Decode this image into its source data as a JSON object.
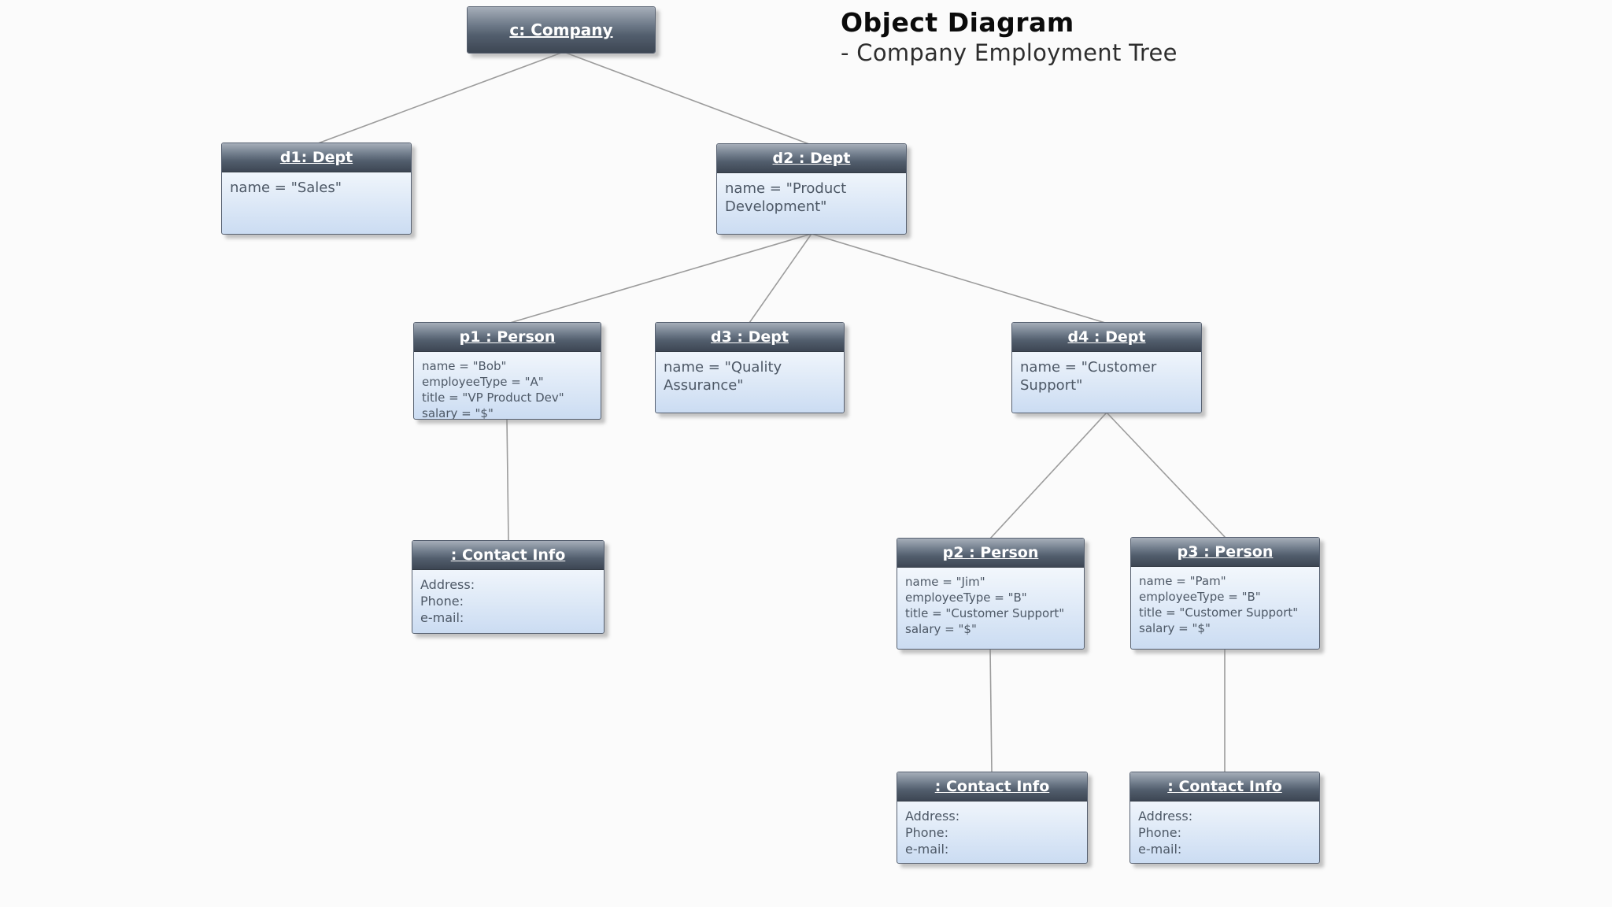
{
  "title": {
    "heading": "Object Diagram",
    "subtitle": "- Company Employment Tree"
  },
  "colors": {
    "background": "#fbfbfb",
    "header_gradient_top": "#a6aeb9",
    "header_gradient_bottom": "#3d4653",
    "body_gradient_top": "#ffffff",
    "body_gradient_bottom": "#cbdcf2",
    "box_border": "#566070",
    "header_text": "#ffffff",
    "body_text": "#4d5866",
    "connector": "#9c9c9c"
  },
  "diagram": {
    "nodes": [
      {
        "id": "c",
        "label": "c: Company",
        "attributes": []
      },
      {
        "id": "d1",
        "label": "d1: Dept",
        "attributes": [
          "name = \"Sales\""
        ]
      },
      {
        "id": "d2",
        "label": "d2 : Dept",
        "attributes": [
          "name = \"Product Development\""
        ]
      },
      {
        "id": "p1",
        "label": "p1 : Person",
        "attributes": [
          "name = \"Bob\"",
          "employeeType = \"A\"",
          "title = \"VP Product Dev\"",
          "salary = \"$\""
        ]
      },
      {
        "id": "d3",
        "label": "d3 : Dept",
        "attributes": [
          "name = \"Quality Assurance\""
        ]
      },
      {
        "id": "d4",
        "label": "d4 : Dept",
        "attributes": [
          "name = \"Customer Support\""
        ]
      },
      {
        "id": "contact_p1",
        "label": ": Contact Info",
        "attributes": [
          "Address:",
          "Phone:",
          "e-mail:"
        ]
      },
      {
        "id": "p2",
        "label": "p2 : Person",
        "attributes": [
          "name = \"Jim\"",
          "employeeType = \"B\"",
          "title = \"Customer Support\"",
          "salary = \"$\""
        ]
      },
      {
        "id": "p3",
        "label": "p3 : Person",
        "attributes": [
          "name = \"Pam\"",
          "employeeType = \"B\"",
          "title = \"Customer Support\"",
          "salary = \"$\""
        ]
      },
      {
        "id": "contact_p2",
        "label": ": Contact Info",
        "attributes": [
          "Address:",
          "Phone:",
          "e-mail:"
        ]
      },
      {
        "id": "contact_p3",
        "label": ": Contact Info",
        "attributes": [
          "Address:",
          "Phone:",
          "e-mail:"
        ]
      }
    ],
    "edges": [
      {
        "from": "c",
        "to": "d1"
      },
      {
        "from": "c",
        "to": "d2"
      },
      {
        "from": "d2",
        "to": "p1"
      },
      {
        "from": "d2",
        "to": "d3"
      },
      {
        "from": "d2",
        "to": "d4"
      },
      {
        "from": "p1",
        "to": "contact_p1"
      },
      {
        "from": "d4",
        "to": "p2"
      },
      {
        "from": "d4",
        "to": "p3"
      },
      {
        "from": "p2",
        "to": "contact_p2"
      },
      {
        "from": "p3",
        "to": "contact_p3"
      }
    ]
  }
}
